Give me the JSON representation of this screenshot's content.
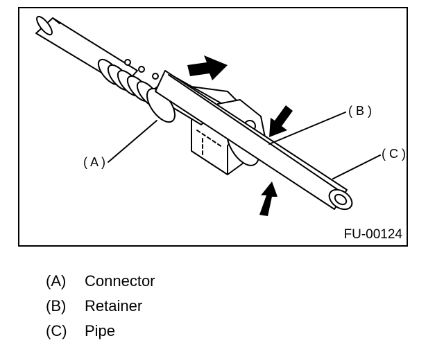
{
  "figure": {
    "code": "FU-00124",
    "callouts": {
      "a": "( A )",
      "b": "( B )",
      "c": "( C )"
    }
  },
  "legend": [
    {
      "key": "(A)",
      "label": "Connector"
    },
    {
      "key": "(B)",
      "label": "Retainer"
    },
    {
      "key": "(C)",
      "label": "Pipe"
    }
  ]
}
